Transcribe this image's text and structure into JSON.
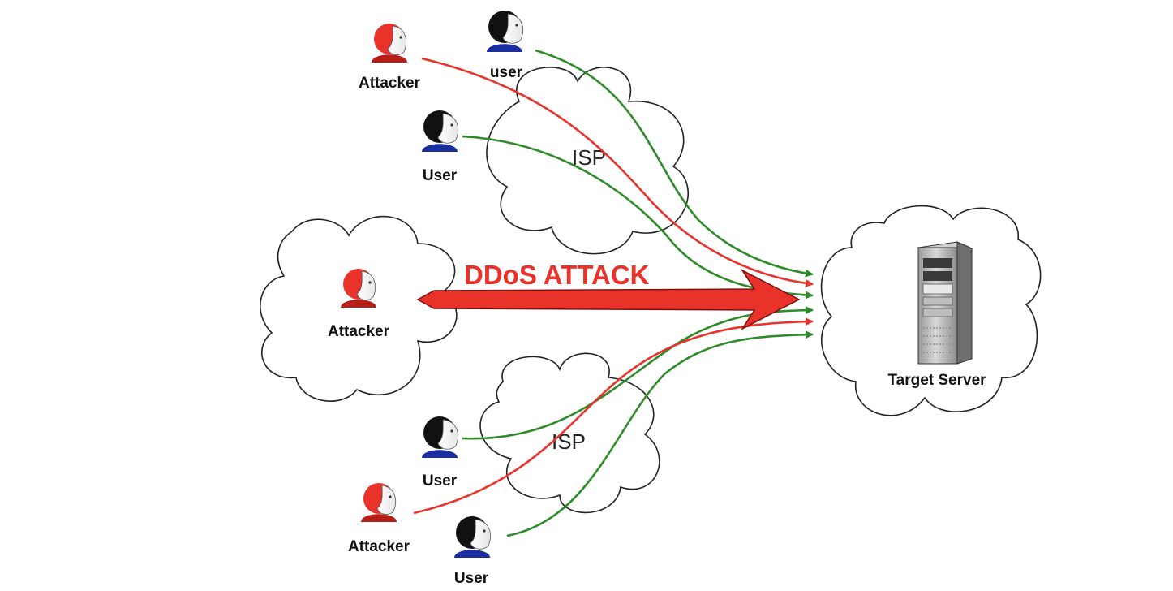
{
  "title": "DDoS ATTACK",
  "colors": {
    "attack": "#e8322a",
    "legit": "#2e8b2a",
    "attacker_face": "#e8322a",
    "user_hair": "#111111",
    "user_shirt": "#1a2ea0"
  },
  "clouds": {
    "isp_top": "ISP",
    "isp_bottom": "ISP"
  },
  "server": {
    "label": "Target Server",
    "icon": "server-tower-icon"
  },
  "nodes": {
    "attacker_top": "Attacker",
    "user_top": "user",
    "user_mid": "User",
    "attacker_center": "Attacker",
    "user_bottom1": "User",
    "attacker_bottom": "Attacker",
    "user_bottom2": "User"
  },
  "icons": {
    "attacker": "attacker-person-icon",
    "user": "user-person-icon"
  }
}
